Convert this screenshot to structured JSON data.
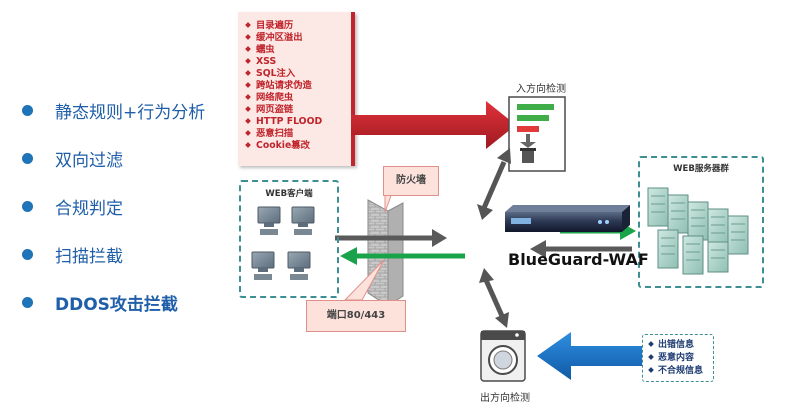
{
  "features": [
    {
      "label": "静态规则+行为分析",
      "bold": false
    },
    {
      "label": "双向过滤",
      "bold": false
    },
    {
      "label": "合规判定",
      "bold": false
    },
    {
      "label": "扫描拦截",
      "bold": false
    },
    {
      "label": "DDOS攻击拦截",
      "bold": true
    }
  ],
  "attacks": [
    "目录遍历",
    "缓冲区溢出",
    "蠕虫",
    "XSS",
    "SQL注入",
    "跨站请求伪造",
    "网络爬虫",
    "网页盗链",
    "HTTP FLOOD",
    "恶意扫描",
    "Cookie篡改"
  ],
  "inbound_label": "入方向检测",
  "outbound_label": "出方向检测",
  "firewall_label": "防火墙",
  "port_label": "端口80/443",
  "client_group_label": "WEB客户端",
  "server_group_label": "WEB服务器群",
  "waf_label": "BlueGuard-WAF",
  "outbound_items": [
    "出错信息",
    "恶意内容",
    "不合规信息"
  ],
  "colors": {
    "accent_blue": "#1f73b7",
    "red": "#c0242c",
    "green": "#1aa34a",
    "teal": "#3d8f94"
  }
}
